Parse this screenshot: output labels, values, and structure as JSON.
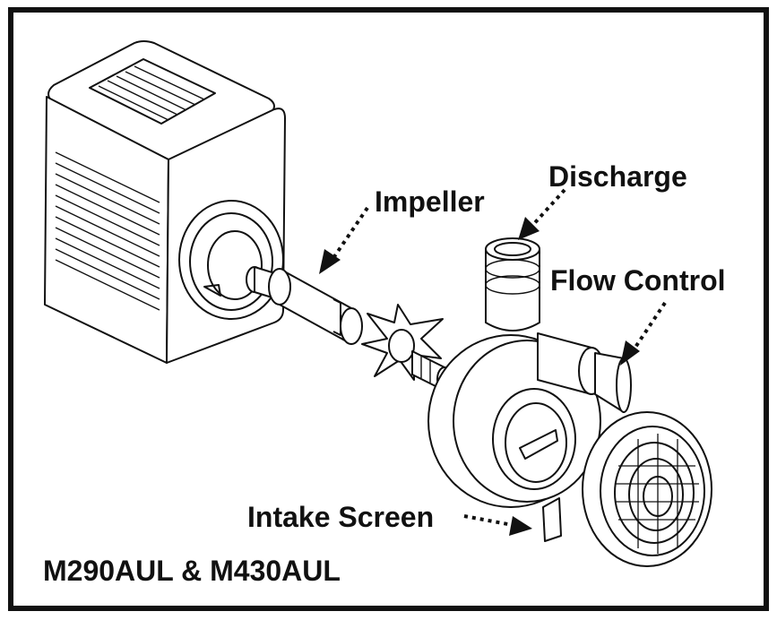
{
  "labels": {
    "impeller": "Impeller",
    "discharge": "Discharge",
    "flow_control": "Flow Control",
    "intake_screen": "Intake Screen"
  },
  "model_caption": "M290AUL & M430AUL",
  "colors": {
    "line": "#111111",
    "background": "#ffffff"
  }
}
